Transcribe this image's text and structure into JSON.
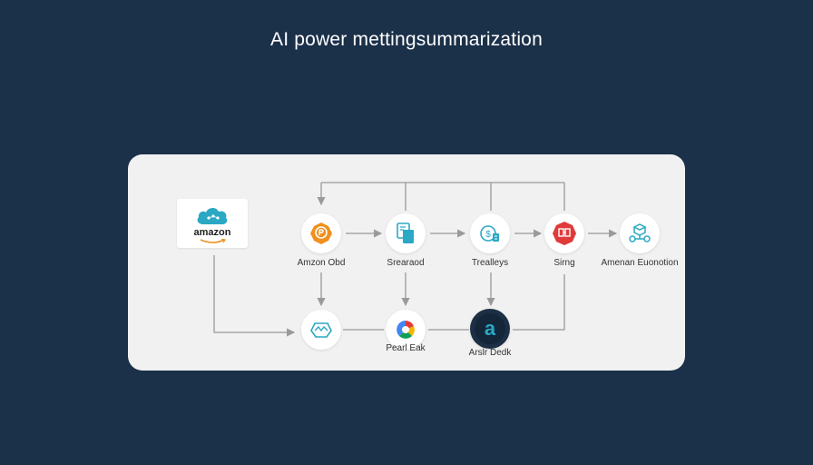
{
  "title": "AI power mettingsummarization",
  "source": {
    "brand": "amazon"
  },
  "nodes": [
    {
      "label": "Amzon Obd"
    },
    {
      "label": "Srearaod"
    },
    {
      "label": "Trealleys"
    },
    {
      "label": "Sirng"
    },
    {
      "label": "Amenan Euonotion"
    },
    {
      "label": ""
    },
    {
      "label": "Pearl Eak"
    },
    {
      "label": "Arslr Dedk",
      "glyph": "a"
    }
  ],
  "colors": {
    "background": "#1b3049",
    "panel": "#f1f1f1",
    "connector": "#9a9a9a",
    "orange": "#f0901e",
    "teal": "#2aa8c4",
    "red": "#e03a3a"
  }
}
